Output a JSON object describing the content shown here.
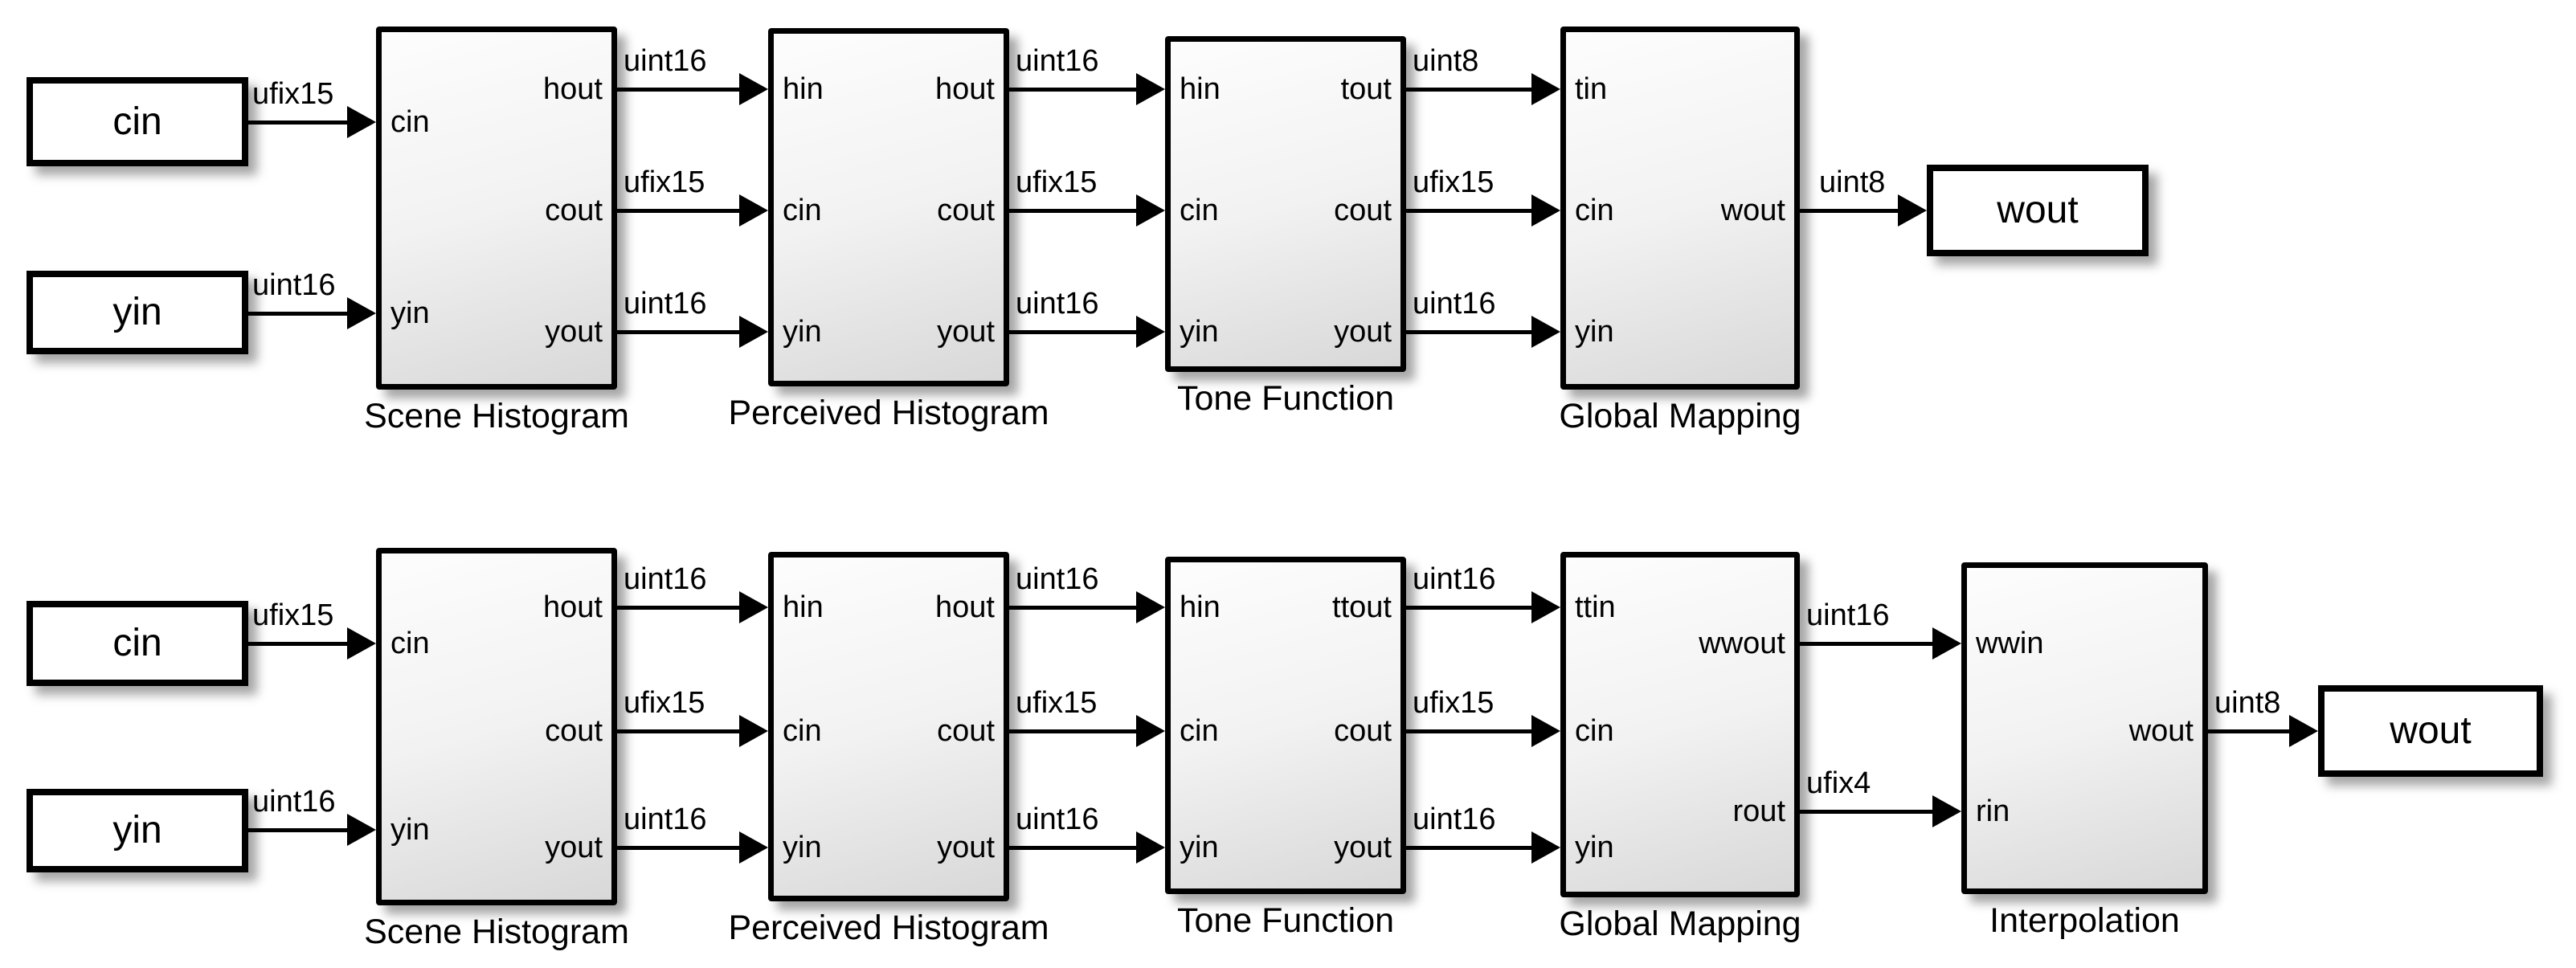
{
  "colors": {
    "background": "#ffffff",
    "line": "#000000",
    "block_border": "#000000",
    "subsystem_fill_top": "#fdfdfd",
    "subsystem_fill_bottom": "#d8d8d8",
    "io_block_fill": "#ffffff"
  },
  "rows": [
    {
      "sources": [
        {
          "label": "cin"
        },
        {
          "label": "yin"
        }
      ],
      "blocks": [
        {
          "name": "Scene Histogram",
          "inputs": [
            "cin",
            "yin"
          ],
          "outputs": [
            "hout",
            "cout",
            "yout"
          ]
        },
        {
          "name": "Perceived Histogram",
          "inputs": [
            "hin",
            "cin",
            "yin"
          ],
          "outputs": [
            "hout",
            "cout",
            "yout"
          ]
        },
        {
          "name": "Tone Function",
          "inputs": [
            "hin",
            "cin",
            "yin"
          ],
          "outputs": [
            "tout",
            "cout",
            "yout"
          ]
        },
        {
          "name": "Global Mapping",
          "inputs": [
            "tin",
            "cin",
            "yin"
          ],
          "outputs": [
            "wout"
          ]
        }
      ],
      "sink": {
        "label": "wout"
      },
      "wire_groups": [
        {
          "dtypes": [
            "ufix15",
            "uint16"
          ]
        },
        {
          "dtypes": [
            "uint16",
            "ufix15",
            "uint16"
          ]
        },
        {
          "dtypes": [
            "uint16",
            "ufix15",
            "uint16"
          ]
        },
        {
          "dtypes": [
            "uint8",
            "ufix15",
            "uint16"
          ]
        },
        {
          "dtypes": [
            "uint8"
          ]
        }
      ]
    },
    {
      "sources": [
        {
          "label": "cin"
        },
        {
          "label": "yin"
        }
      ],
      "blocks": [
        {
          "name": "Scene Histogram",
          "inputs": [
            "cin",
            "yin"
          ],
          "outputs": [
            "hout",
            "cout",
            "yout"
          ]
        },
        {
          "name": "Perceived Histogram",
          "inputs": [
            "hin",
            "cin",
            "yin"
          ],
          "outputs": [
            "hout",
            "cout",
            "yout"
          ]
        },
        {
          "name": "Tone Function",
          "inputs": [
            "hin",
            "cin",
            "yin"
          ],
          "outputs": [
            "ttout",
            "cout",
            "yout"
          ]
        },
        {
          "name": "Global Mapping",
          "inputs": [
            "ttin",
            "cin",
            "yin"
          ],
          "outputs": [
            "wwout",
            "rout"
          ]
        },
        {
          "name": "Interpolation",
          "inputs": [
            "wwin",
            "rin"
          ],
          "outputs": [
            "wout"
          ]
        }
      ],
      "sink": {
        "label": "wout"
      },
      "wire_groups": [
        {
          "dtypes": [
            "ufix15",
            "uint16"
          ]
        },
        {
          "dtypes": [
            "uint16",
            "ufix15",
            "uint16"
          ]
        },
        {
          "dtypes": [
            "uint16",
            "ufix15",
            "uint16"
          ]
        },
        {
          "dtypes": [
            "uint16",
            "ufix15",
            "uint16"
          ]
        },
        {
          "dtypes": [
            "uint16",
            "ufix4"
          ]
        },
        {
          "dtypes": [
            "uint8"
          ]
        }
      ]
    }
  ]
}
